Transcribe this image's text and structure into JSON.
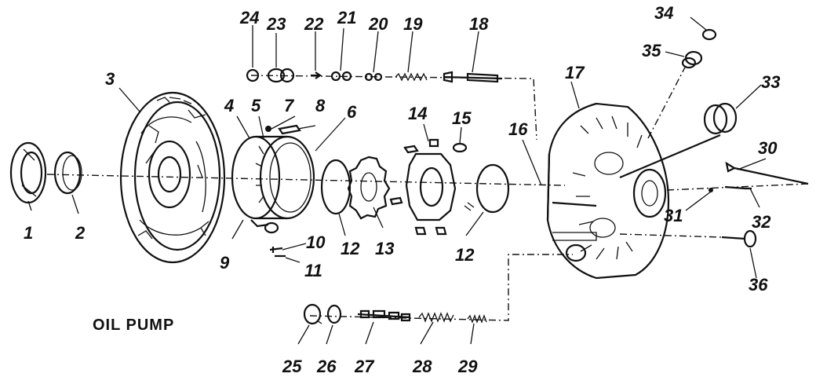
{
  "title": "OIL PUMP",
  "callouts": [
    "1",
    "2",
    "3",
    "4",
    "5",
    "6",
    "7",
    "8",
    "9",
    "10",
    "11",
    "12",
    "12",
    "13",
    "14",
    "15",
    "16",
    "17",
    "18",
    "19",
    "20",
    "21",
    "22",
    "23",
    "24",
    "25",
    "26",
    "27",
    "28",
    "29",
    "30",
    "31",
    "32",
    "33",
    "34",
    "35",
    "36"
  ]
}
